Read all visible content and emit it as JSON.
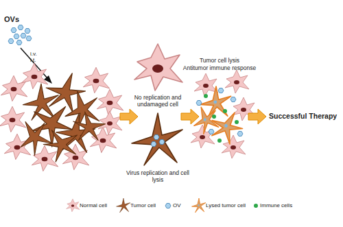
{
  "diagram": {
    "labels": [
      "OVs",
      "i.v. i.t.",
      "No replication and undamaged cell",
      "Virus replication and cell lysis",
      "Tumor cell lysis",
      "Antitumor immune response",
      "Successful Therapy"
    ],
    "legend": [
      {
        "text": "Normal cell"
      },
      {
        "text": "Tumor cell"
      },
      {
        "text": "OV"
      },
      {
        "text": "Lysed tumor cell"
      },
      {
        "text": "Immune cells"
      }
    ]
  }
}
